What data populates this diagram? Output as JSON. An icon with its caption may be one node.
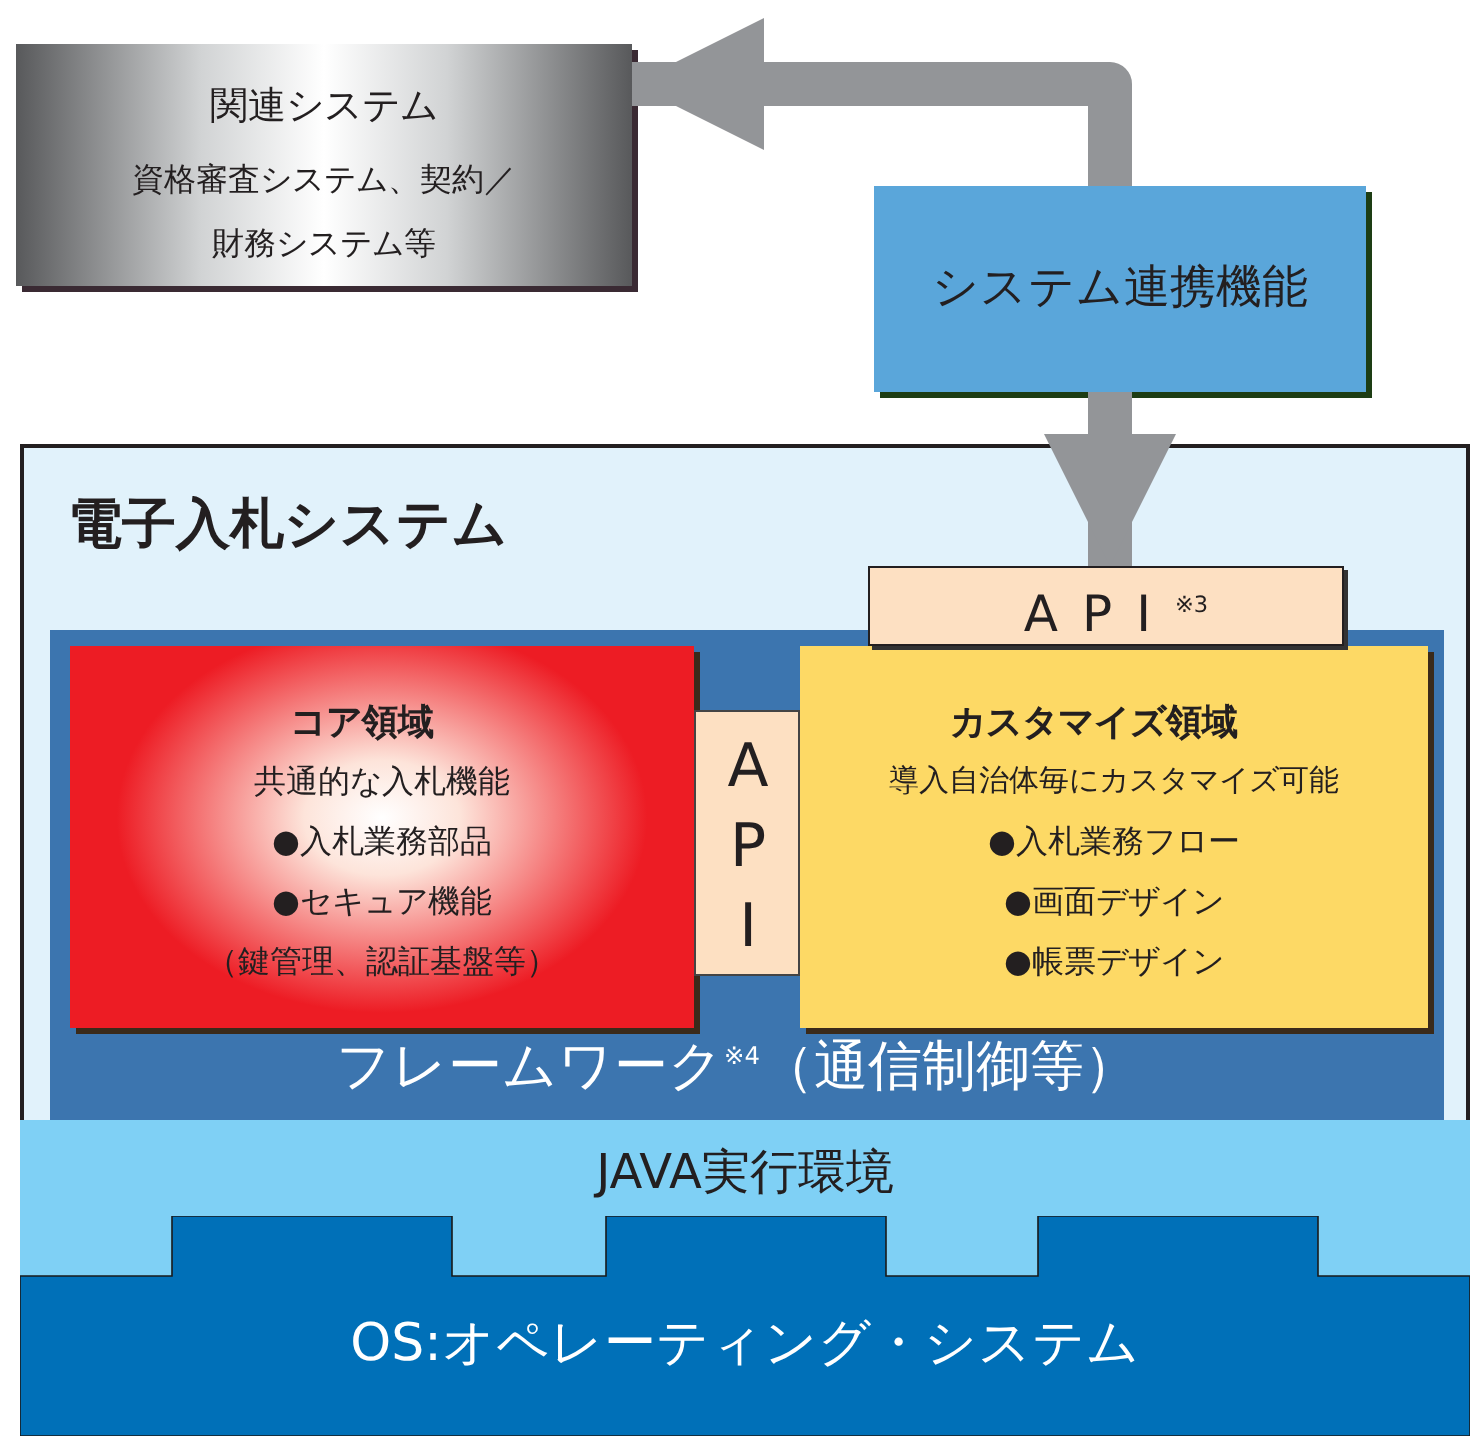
{
  "diagram": {
    "nodes": [
      {
        "text": [
          "関連システム",
          "資格審査システム、契約／財務システム等"
        ]
      },
      {
        "text": [
          "システム連携機能"
        ]
      },
      {
        "text": [
          "電子入札システム"
        ]
      },
      {
        "text": [
          "API$^{※3}$"
        ],
        "in": 2
      },
      {
        "text": [
          "フレームワーク$^{※4}$（通信制御等）"
        ],
        "in": 2
      },
      {
        "text": [
          "コア領域",
          "共通的な入札機能",
          "●入札業務部品",
          "●セキュア機能",
          "（鍵管理、認証基盤等）"
        ],
        "in": 4
      },
      {
        "text": [
          "API"
        ],
        "in": 4
      },
      {
        "text": [
          "カスタマイズ領域",
          "導入自治体毎にカスタマイズ可能",
          "●入札業務フロー",
          "●画面デザイン",
          "●帳票デザイン"
        ],
        "in": 4
      },
      {
        "text": [
          "JAVA実行環境"
        ],
        "in": 2
      },
      {
        "text": [
          "OS:オペレーティング・システム"
        ],
        "in": 2
      }
    ],
    "edges": [
      {
        "from": 1,
        "to": 0,
        "arrow": "to"
      },
      {
        "from": 1,
        "to": 3,
        "arrow": "to"
      }
    ]
  }
}
